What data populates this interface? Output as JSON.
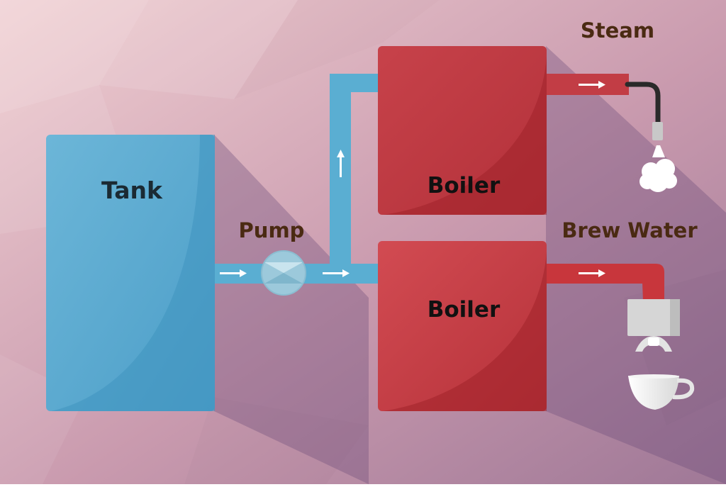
{
  "labels": {
    "tank": "Tank",
    "pump": "Pump",
    "boiler_steam": "Boiler",
    "boiler_brew": "Boiler",
    "steam": "Steam",
    "brew_water": "Brew Water"
  },
  "colors": {
    "background_light": "#eecbcf",
    "background_dark": "#a77e9c",
    "water": "#5aaed2",
    "water_dark": "#3f93c0",
    "boiler": "#c23d45",
    "boiler_dark": "#a02229",
    "pipe_hot": "#c8363c",
    "label_dark": "#1b2a33",
    "label_brown": "#4a2a12",
    "pump_light": "#c9e4ee",
    "pump_mid": "#9cc9db",
    "arrow": "#ffffff",
    "shadow": "#6b4a78"
  },
  "icons": {
    "flow_arrows": "arrow-right-icon",
    "flow_arrow_up": "arrow-up-icon",
    "steam_puff": "steam-cloud-icon",
    "group_head": "group-head-icon",
    "cup": "coffee-cup-icon"
  }
}
